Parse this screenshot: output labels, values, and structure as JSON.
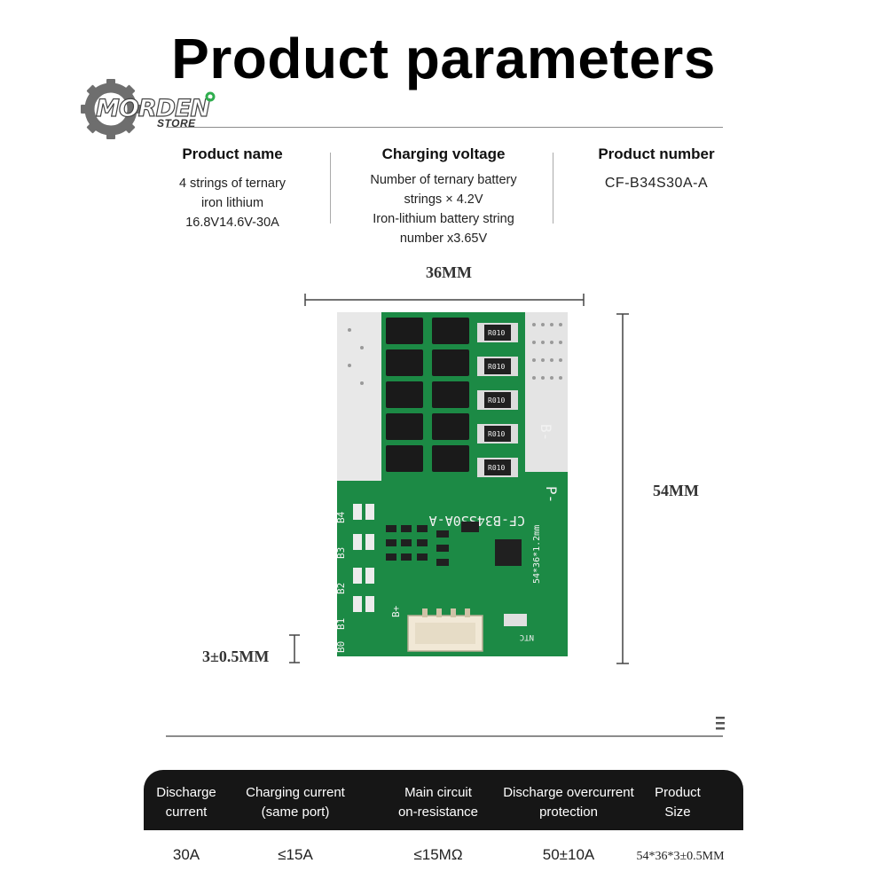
{
  "title": "Product parameters",
  "logo": {
    "name": "MORDEN",
    "sub": "STORE",
    "icon": "gear-icon"
  },
  "params": [
    {
      "head": "Product name",
      "lines": [
        "4 strings of ternary",
        "iron lithium",
        "16.8V14.6V-30A"
      ]
    },
    {
      "head": "Charging voltage",
      "lines": [
        "Number of ternary battery",
        "strings × 4.2V",
        "Iron-lithium battery string",
        "number x3.65V"
      ]
    },
    {
      "head": "Product number",
      "lines": [
        "CF-B34S30A-A"
      ]
    }
  ],
  "dimensions": {
    "width": "36MM",
    "height": "54MM",
    "thickness": "3±0.5MM"
  },
  "board": {
    "code": "CF-B34S30A-A",
    "pcb_size": "54*36*1.2mm",
    "resistor_label": "R010",
    "pin_b_minus": "B-",
    "pin_p_minus": "P-",
    "cell_labels": [
      "B4",
      "B3",
      "B2",
      "B1",
      "B0"
    ],
    "connector_label": "B+",
    "ntc_label": "NTC",
    "colors": {
      "pcb": "#1c8a45",
      "pcb_dark": "#146b34",
      "chip": "#202020",
      "pad": "#dcdcdc",
      "silk": "#f2f2f2"
    }
  },
  "table": {
    "headers": [
      [
        "Discharge",
        "current"
      ],
      [
        "Charging current",
        "(same port)"
      ],
      [
        "Main circuit",
        "on-resistance"
      ],
      [
        "Discharge overcurrent",
        "protection"
      ],
      [
        "Product",
        "Size"
      ]
    ],
    "values": [
      "30A",
      "≤15A",
      "≤15MΩ",
      "50±10A",
      "54*36*3±0.5MM"
    ]
  },
  "menu_icon": "menu-icon"
}
